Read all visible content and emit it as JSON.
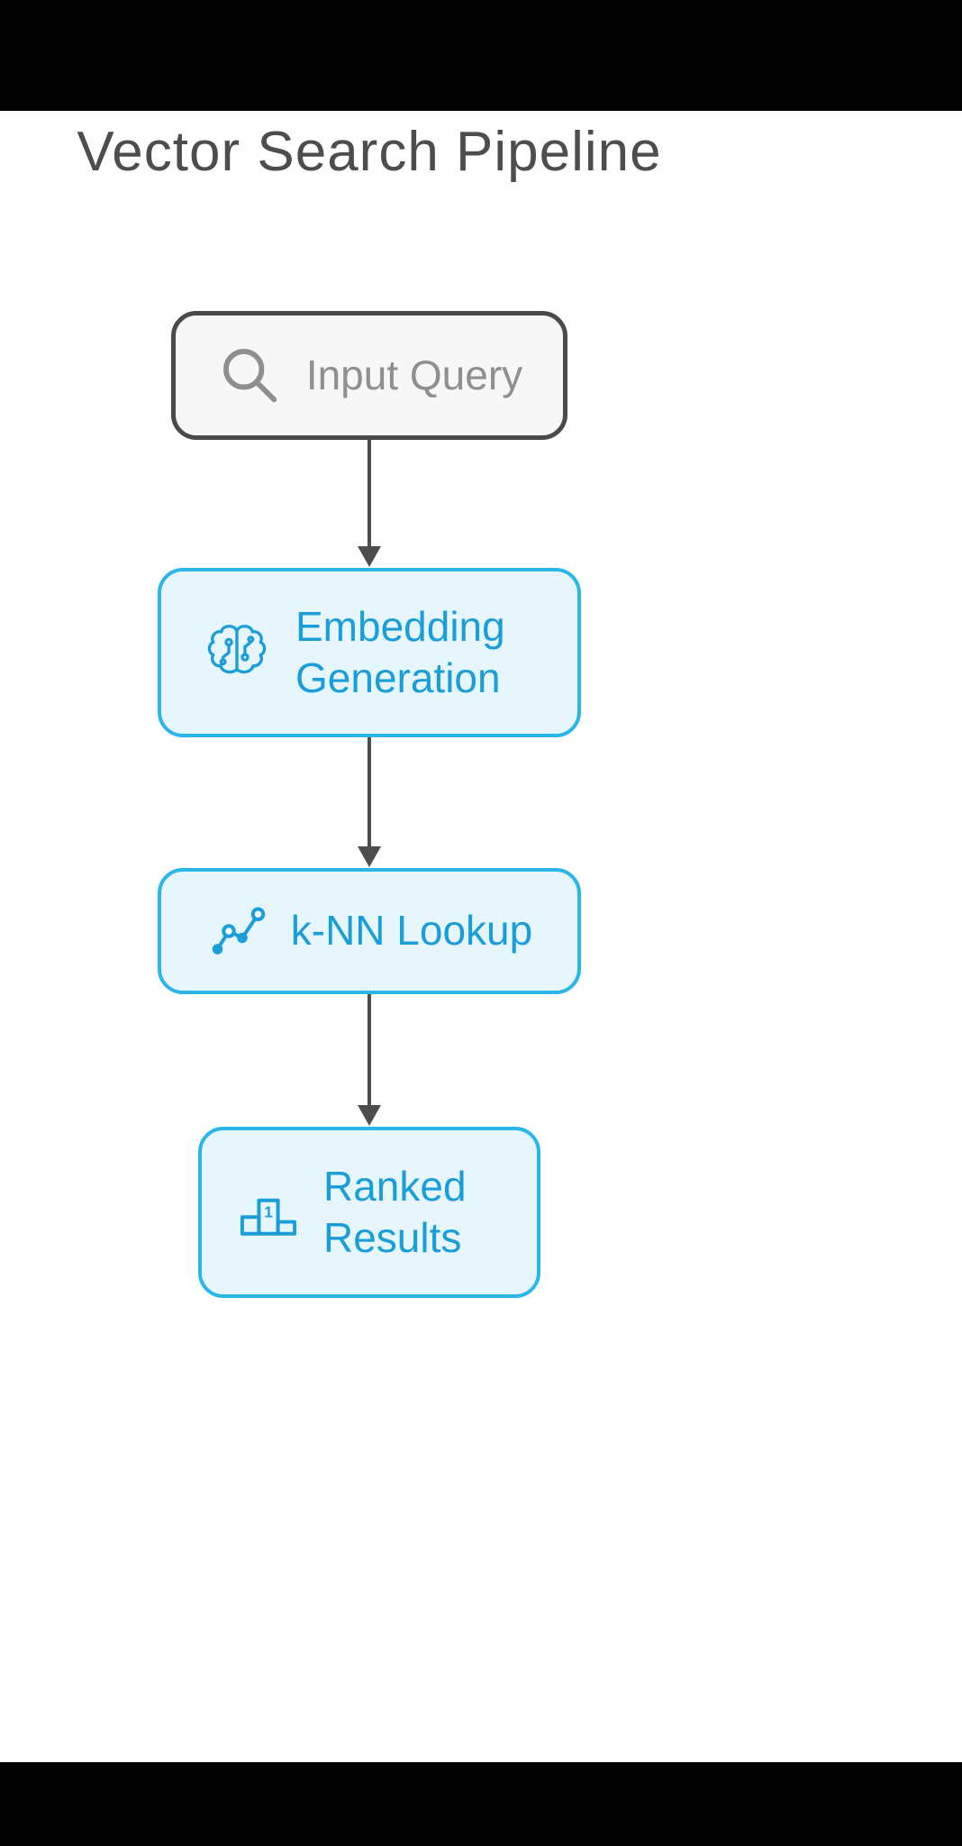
{
  "title": "Vector Search Pipeline",
  "diagram": {
    "type": "flowchart",
    "direction": "top-down",
    "nodes": [
      {
        "id": "input",
        "label": "Input Query",
        "icon": "search-icon",
        "style": "gray"
      },
      {
        "id": "embed",
        "label": "Embedding Generation",
        "icon": "brain-icon",
        "style": "blue"
      },
      {
        "id": "knn",
        "label": "k-NN Lookup",
        "icon": "graph-icon",
        "style": "blue"
      },
      {
        "id": "results",
        "label": "Ranked Results",
        "icon": "podium-icon",
        "style": "blue"
      }
    ],
    "edges": [
      {
        "from": "input",
        "to": "embed"
      },
      {
        "from": "embed",
        "to": "knn"
      },
      {
        "from": "knn",
        "to": "results"
      }
    ]
  },
  "colors": {
    "background": "#000000",
    "canvas": "#ffffff",
    "title_text": "#4d4d4d",
    "gray_node_border": "#4a4a4a",
    "gray_node_fill": "#f7f7f7",
    "gray_node_text": "#8f8f8f",
    "blue_node_border": "#29b7ea",
    "blue_node_fill": "#e7f6fd",
    "blue_node_text": "#1a9ed9",
    "arrow": "#4d4d4d"
  },
  "podium_rank_label": "1"
}
